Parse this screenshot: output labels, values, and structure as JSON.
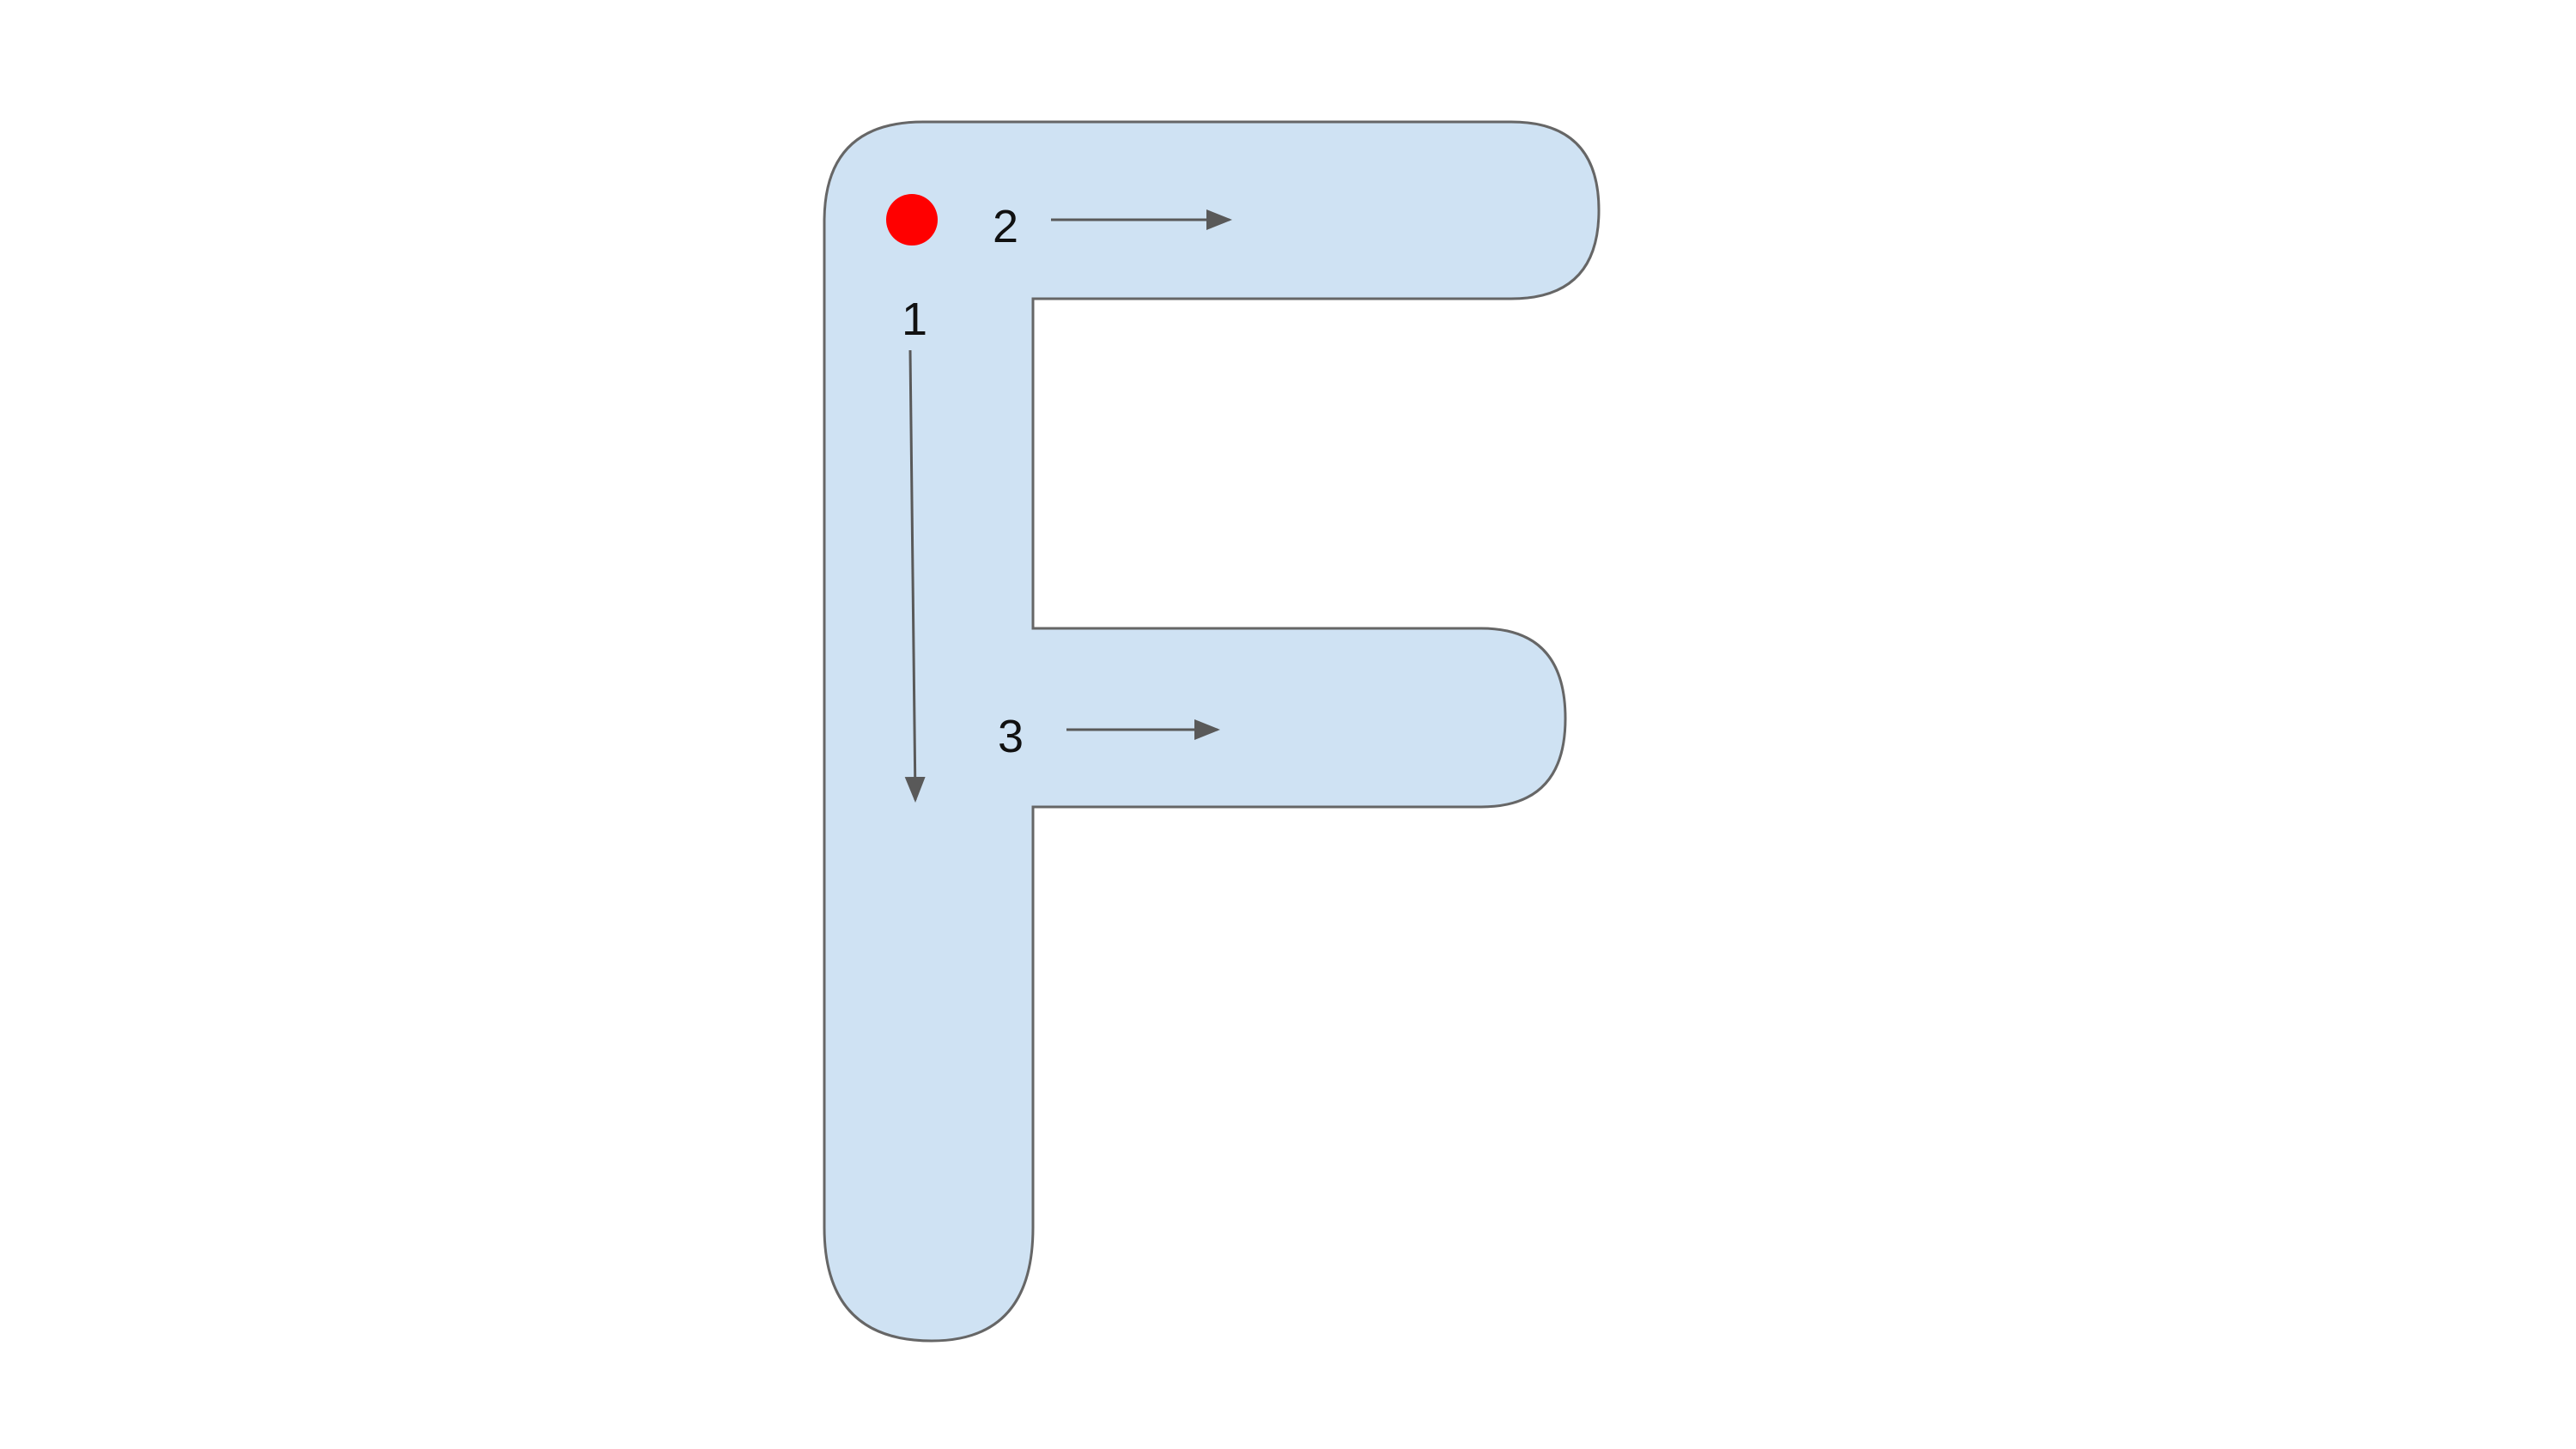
{
  "diagram": {
    "letter": "F",
    "colors": {
      "letter_fill": "#cfe2f3",
      "letter_stroke": "#666666",
      "start_dot": "#ff0000",
      "arrow": "#595959",
      "background": "#ffffff"
    },
    "start_marker": "start-dot",
    "strokes": [
      {
        "step": "1",
        "direction": "down"
      },
      {
        "step": "2",
        "direction": "right"
      },
      {
        "step": "3",
        "direction": "right"
      }
    ]
  }
}
